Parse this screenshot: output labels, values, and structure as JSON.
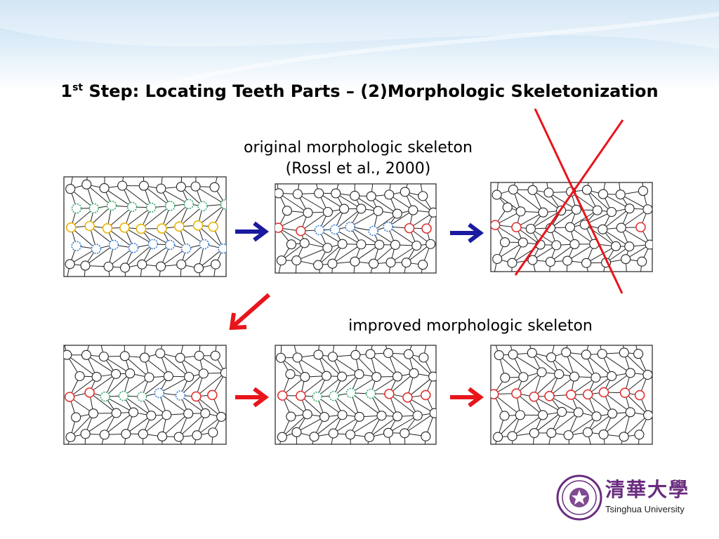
{
  "slide": {
    "title_num": "1",
    "title_sup": "st",
    "title_rest": " Step: Locating Teeth Parts – (2)Morphologic Skeletonization",
    "caption_original_line1": "original morphologic skeleton",
    "caption_original_line2": "(Rossl et al., 2000)",
    "caption_improved": "improved morphologic skeleton"
  },
  "logo": {
    "chinese_name": "清華大學",
    "english_name": "Tsinghua University",
    "seal_icon": "tsinghua-seal-icon"
  },
  "colors": {
    "blue_arrow": "#1a1aa0",
    "red_arrow": "#e8151b",
    "cross": "#e8151b",
    "logo_purple": "#6a2c7e",
    "node_red": "#e23030",
    "node_green": "#3aa86a",
    "node_blue": "#3a7ccc",
    "node_yellow": "#e8b400"
  },
  "panels": [
    {
      "id": "original-1",
      "highlight_rows": {
        "1": "green",
        "2": "yellow",
        "3": "blue"
      }
    },
    {
      "id": "original-2",
      "highlight_rows": {
        "2": "mixed-red-blue"
      }
    },
    {
      "id": "original-3",
      "highlight_rows": {
        "2": "red-ends"
      },
      "crossed_out": true
    },
    {
      "id": "improved-1",
      "highlight_rows": {
        "2": "red-green-blue"
      }
    },
    {
      "id": "improved-2",
      "highlight_rows": {
        "2": "red-green"
      }
    },
    {
      "id": "improved-3",
      "highlight_rows": {
        "2": "red"
      }
    }
  ]
}
